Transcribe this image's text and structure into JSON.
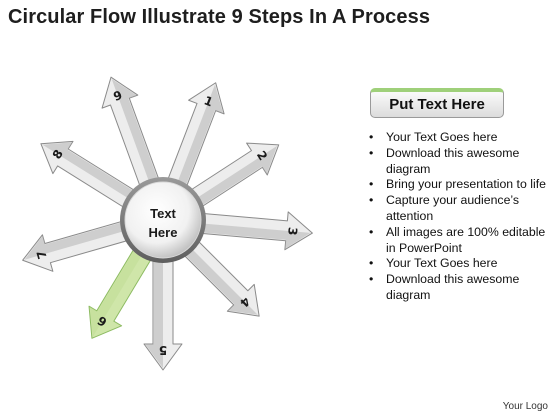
{
  "title": "Circular Flow Illustrate 9 Steps In A Process",
  "diagram": {
    "hub_text_line1": "Text",
    "hub_text_line2": "Here",
    "steps": [
      {
        "label": "1",
        "highlighted": false
      },
      {
        "label": "2",
        "highlighted": false
      },
      {
        "label": "3",
        "highlighted": false
      },
      {
        "label": "4",
        "highlighted": false
      },
      {
        "label": "5",
        "highlighted": false
      },
      {
        "label": "6",
        "highlighted": true
      },
      {
        "label": "7",
        "highlighted": false
      },
      {
        "label": "8",
        "highlighted": false
      },
      {
        "label": "9",
        "highlighted": false
      }
    ],
    "colors": {
      "arrow_fill": "#ededed",
      "arrow_stroke": "#8a8a8a",
      "arrow_dark_fill": "#a9a9a9",
      "highlight_fill": "#cfe6a9",
      "highlight_stroke": "#8dbb62"
    }
  },
  "panel": {
    "header": "Put Text Here",
    "accent_color": "#9fd07a",
    "bullets": [
      "Your Text Goes here",
      "Download this awesome diagram",
      "Bring your presentation to life",
      "Capture your audience’s attention",
      "All images are 100% editable in PowerPoint",
      "Your Text Goes here",
      "Download this awesome diagram"
    ]
  },
  "footer": "Your Logo"
}
